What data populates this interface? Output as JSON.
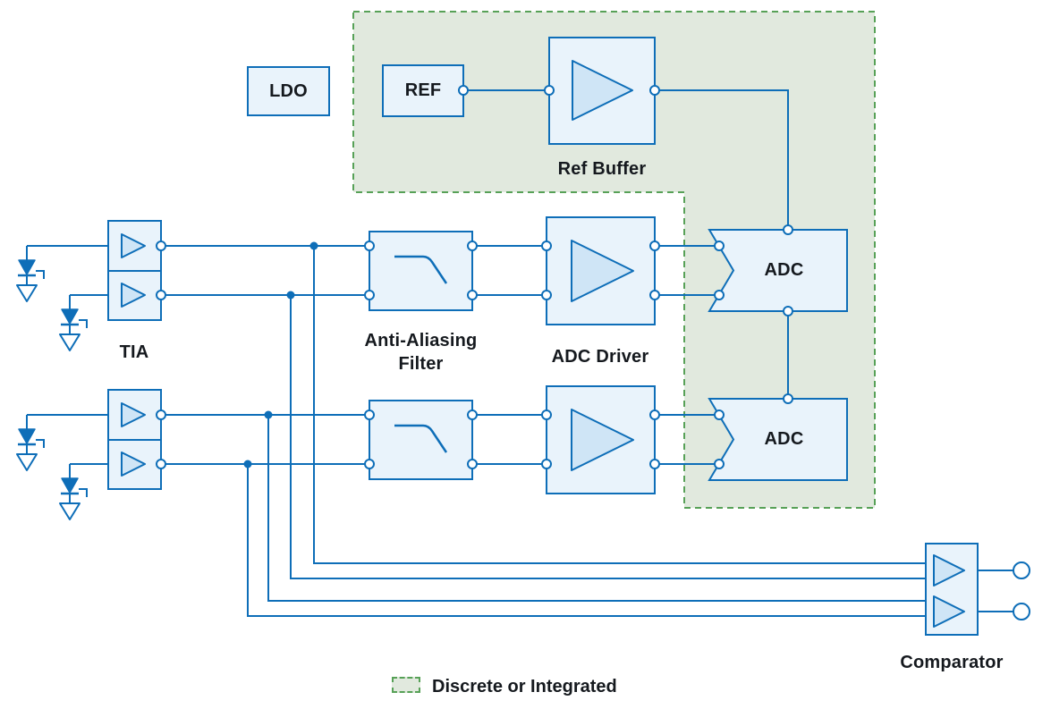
{
  "diagram": {
    "type": "signal-chain-block-diagram",
    "legend": {
      "label": "Discrete or Integrated"
    },
    "labels": {
      "ldo": "LDO",
      "ref": "REF",
      "ref_buffer": "Ref Buffer",
      "tia": "TIA",
      "anti_aliasing_line1": "Anti-Aliasing",
      "anti_aliasing_line2": "Filter",
      "adc_driver": "ADC Driver",
      "adc": "ADC",
      "comparator": "Comparator"
    },
    "colors": {
      "accent_blue": "#0e6eb8",
      "box_fill": "#e9f3fb",
      "amp_fill": "#cfe5f6",
      "green_fill": "#e1e9de",
      "green_border": "#57a157",
      "text": "#15191e"
    }
  }
}
